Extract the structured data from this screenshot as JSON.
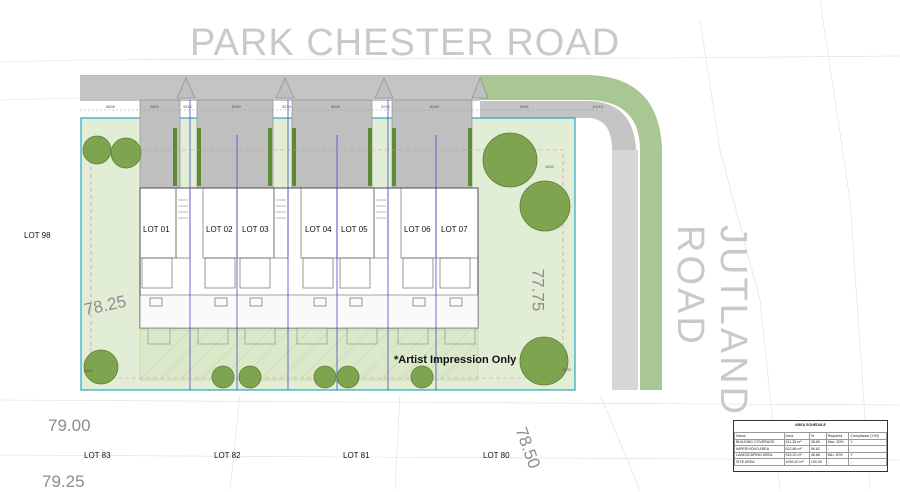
{
  "roads": {
    "north": "PARK CHESTER ROAD",
    "east": "JUTLAND ROAD"
  },
  "lots": {
    "west": "LOT 98",
    "south": [
      "LOT 83",
      "LOT 82",
      "LOT 81",
      "LOT 80"
    ]
  },
  "units": [
    "LOT 01",
    "LOT 02",
    "LOT 03",
    "LOT 04",
    "LOT 05",
    "LOT 06",
    "LOT 07"
  ],
  "contours": {
    "c1": "78.25",
    "c2": "77.75",
    "c3": "79.00",
    "c4": "78.50",
    "c5": "79.25"
  },
  "note": "*Artist Impression Only",
  "dimensions": [
    "5826",
    "2800",
    "3110",
    "6000",
    "3210",
    "6000",
    "3210",
    "6000",
    "5981",
    "11044",
    "1500",
    "1500",
    "1500"
  ],
  "area_schedule": {
    "title": "AREA SCHEDULE",
    "headers": [
      "Name",
      "Area",
      "%",
      "Required",
      "Compliance (Y/N)"
    ],
    "rows": [
      [
        "BUILDING COVERAGE",
        "511.35 m²",
        "38.89",
        "Max. 50%",
        "Y"
      ],
      [
        "IMPERVIOUS AREA",
        "622.86 m²",
        "56.62",
        "-",
        "-"
      ],
      [
        "LANDSCAPING AREA",
        "515.20 m²",
        "46.86",
        "Min. 20%",
        "Y"
      ],
      [
        "SITE AREA",
        "1099.40 m²",
        "100.00",
        "-",
        "-"
      ]
    ]
  },
  "colors": {
    "grass": "#a9c793",
    "site": "#e2edd6",
    "paving": "#bdbdbd",
    "tree": "#7fa44f",
    "boundary": "#27a7c6",
    "unit_line": "#3f4fc0"
  }
}
